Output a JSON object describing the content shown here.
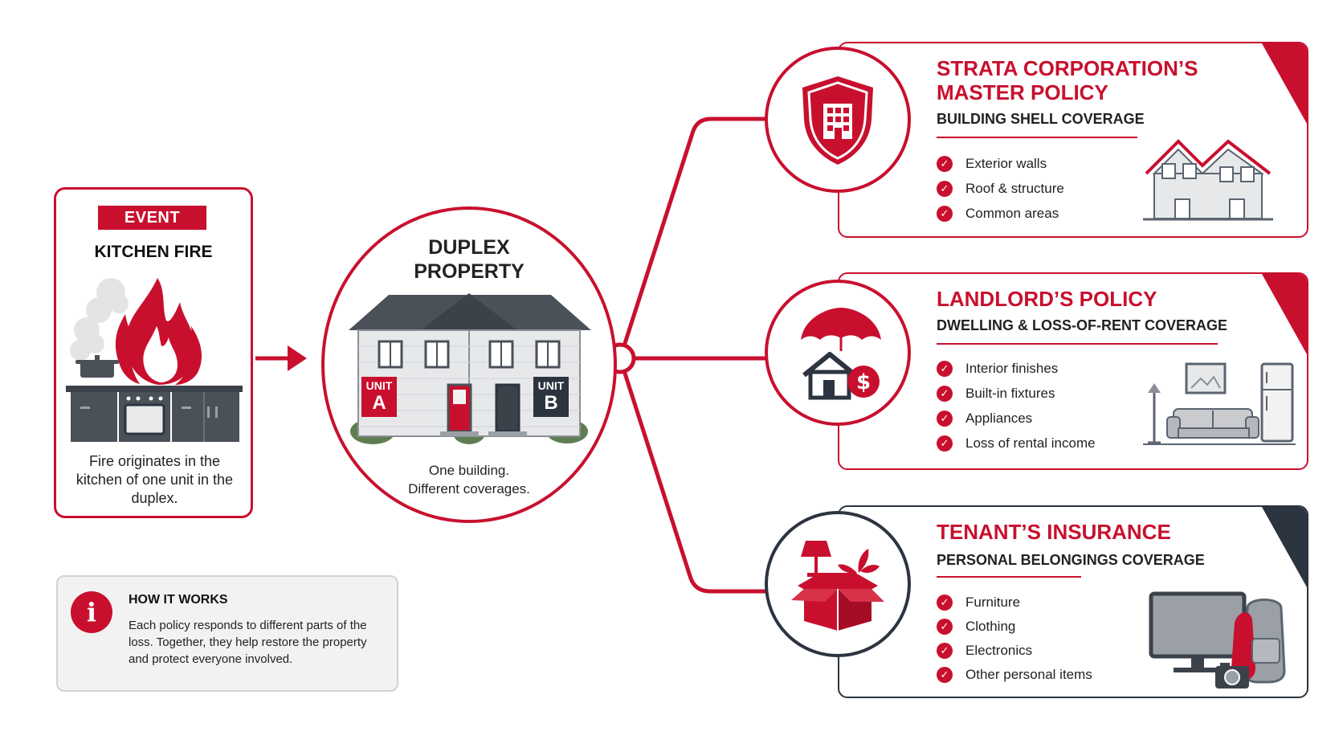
{
  "event": {
    "badge": "EVENT",
    "title": "KITCHEN FIRE",
    "description": "Fire originates in the kitchen of one unit in the duplex."
  },
  "duplex": {
    "title_line1": "DUPLEX",
    "title_line2": "PROPERTY",
    "unit_a_label": "UNIT",
    "unit_a_letter": "A",
    "unit_b_label": "UNIT",
    "unit_b_letter": "B",
    "caption_line1": "One building.",
    "caption_line2": "Different coverages."
  },
  "how_it_works": {
    "title": "HOW IT WORKS",
    "text": "Each policy responds to different parts of the loss. Together, they help restore the property and protect everyone involved."
  },
  "policies": [
    {
      "title_line1": "STRATA CORPORATION’S",
      "title_line2": "MASTER POLICY",
      "subtitle": "BUILDING SHELL COVERAGE",
      "items": [
        "Exterior walls",
        "Roof & structure",
        "Common areas"
      ],
      "icon": "shield-building-icon"
    },
    {
      "title_line1": "LANDLORD’S POLICY",
      "subtitle": "DWELLING & LOSS-OF-RENT COVERAGE",
      "items": [
        "Interior finishes",
        "Built-in fixtures",
        "Appliances",
        "Loss of rental income"
      ],
      "icon": "umbrella-house-icon"
    },
    {
      "title_line1": "TENANT’S INSURANCE",
      "subtitle": "PERSONAL BELONGINGS COVERAGE",
      "items": [
        "Furniture",
        "Clothing",
        "Electronics",
        "Other personal items"
      ],
      "icon": "box-belongings-icon"
    }
  ],
  "colors": {
    "accent": "#c8102e",
    "dark": "#2c3440",
    "gray": "#5b6470"
  }
}
